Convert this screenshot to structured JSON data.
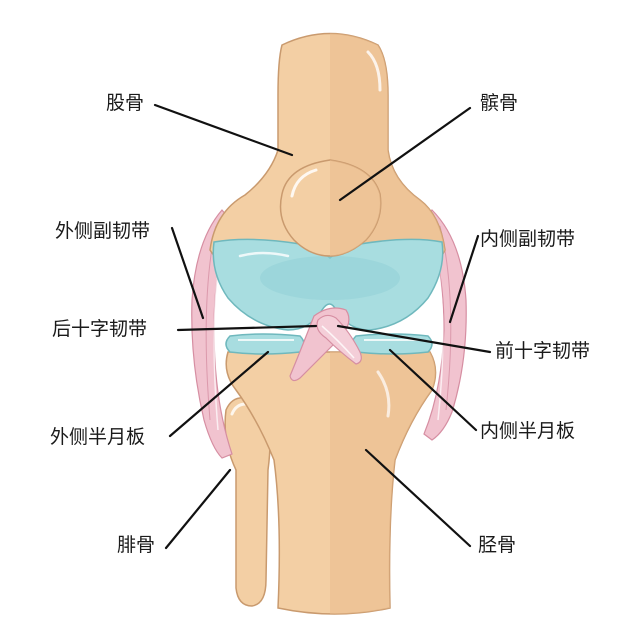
{
  "labels": {
    "femur": "股骨",
    "patella": "髌骨",
    "lateral_collateral_ligament": "外侧副韧带",
    "medial_collateral_ligament": "内侧副韧带",
    "posterior_cruciate_ligament": "后十字韧带",
    "anterior_cruciate_ligament": "前十字韧带",
    "lateral_meniscus": "外侧半月板",
    "medial_meniscus": "内侧半月板",
    "fibula": "腓骨",
    "tibia": "胫骨"
  },
  "colors": {
    "bone": "#f3cfa4",
    "bone_shade": "#e9bc8c",
    "bone_outline": "#c99a6e",
    "cartilage": "#a8dde0",
    "cartilage_outline": "#6fb8bd",
    "ligament": "#f1c3cf",
    "ligament_outline": "#d68ea2",
    "leader_line": "#111111"
  }
}
